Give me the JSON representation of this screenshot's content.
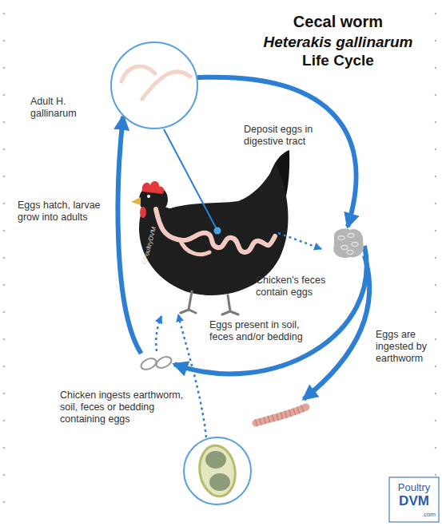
{
  "diagram": {
    "title": "Cecal worm",
    "nodes": [
      {
        "text": [
          "Adult H. gallinarum"
        ]
      },
      {
        "text": [
          "Chicken's feces contain eggs"
        ]
      },
      {
        "text": [
          "Eggs present in soil, feces and/or bedding"
        ]
      },
      {
        "text": [
          "Chicken ingests earthworm, soil, feces or bedding containing eggs"
        ]
      }
    ],
    "edges": [
      {
        "from": 0,
        "to": 1,
        "label": "Deposit eggs in digestive tract",
        "arrow": "to"
      },
      {
        "from": 1,
        "to": 3,
        "label": "Eggs are ingested by earthworm",
        "arrow": "to"
      },
      {
        "from": 1,
        "to": 2,
        "arrow": "to"
      },
      {
        "from": 2,
        "to": 0,
        "label": "Eggs hatch, larvae grow into adults",
        "arrow": "to"
      }
    ],
    "labels": [
      "Heterakis gallinarum",
      "Life Cycle",
      "©PoultryDVM",
      "Poultry",
      "DVM",
      ".com"
    ]
  }
}
